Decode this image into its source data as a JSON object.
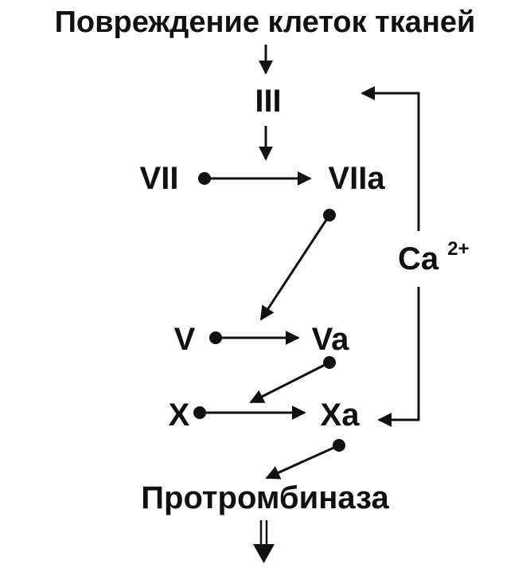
{
  "diagram": {
    "title": "Повреждение клеток тканей",
    "nodes": {
      "factor_iii": "III",
      "factor_vii": "VII",
      "factor_viia": "VIIa",
      "calcium_base": "Ca",
      "calcium_charge": "2+",
      "factor_v": "V",
      "factor_va": "Va",
      "factor_x": "X",
      "factor_xa": "Xa",
      "result": "Протромбиназа"
    },
    "colors": {
      "ink": "#111111",
      "background": "#ffffff"
    }
  }
}
